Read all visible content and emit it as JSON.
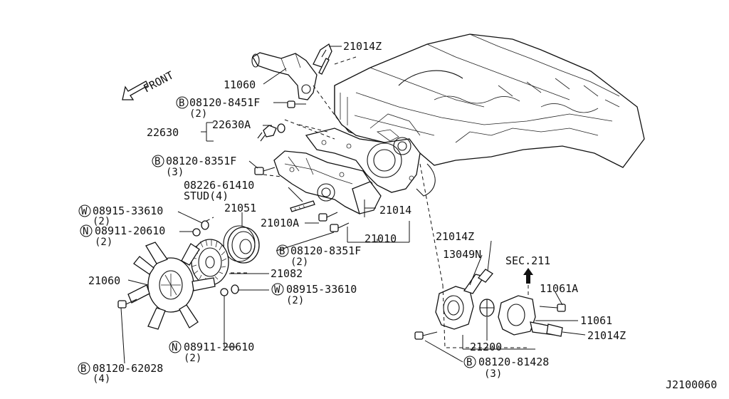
{
  "front_label": "FRONT",
  "section_ref": "SEC.211",
  "diagram_id": "J2100060",
  "parts": {
    "hose_21014z_top": "21014Z",
    "outlet_11060": "11060",
    "bolt_8451f": "08120-8451F",
    "bolt_8451f_qty": "(2)",
    "gasket_22630a": "22630A",
    "sensor_22630": "22630",
    "bolt_8351f_upper": "08120-8351F",
    "bolt_8351f_upper_qty": "(3)",
    "stud_08226": "08226-61410",
    "stud_08226_sub": "STUD(4)",
    "washer_33610_upper": "08915-33610",
    "washer_33610_upper_qty": "(2)",
    "nut_20610_upper": "08911-20610",
    "nut_20610_upper_qty": "(2)",
    "pulley_21051": "21051",
    "pump_21014": "21014",
    "bolt_21010a": "21010A",
    "pump_assy_21010": "21010",
    "bolt_8351f_lower": "08120-8351F",
    "bolt_8351f_lower_qty": "(2)",
    "fan_21060": "21060",
    "coupling_21082": "21082",
    "washer_33610_lower": "08915-33610",
    "washer_33610_lower_qty": "(2)",
    "nut_20610_lower": "08911-20610",
    "nut_20610_lower_qty": "(2)",
    "bolt_62028": "08120-62028",
    "bolt_62028_qty": "(4)",
    "hose_21014z_mid": "21014Z",
    "gasket_13049n": "13049N",
    "bolt_11061a": "11061A",
    "housing_11061": "11061",
    "hose_21014z_lower": "21014Z",
    "thermostat_21200": "21200",
    "bolt_81428": "08120-81428",
    "bolt_81428_qty": "(3)"
  },
  "prefix": {
    "bolt": "B",
    "washer": "W",
    "nut": "N"
  }
}
